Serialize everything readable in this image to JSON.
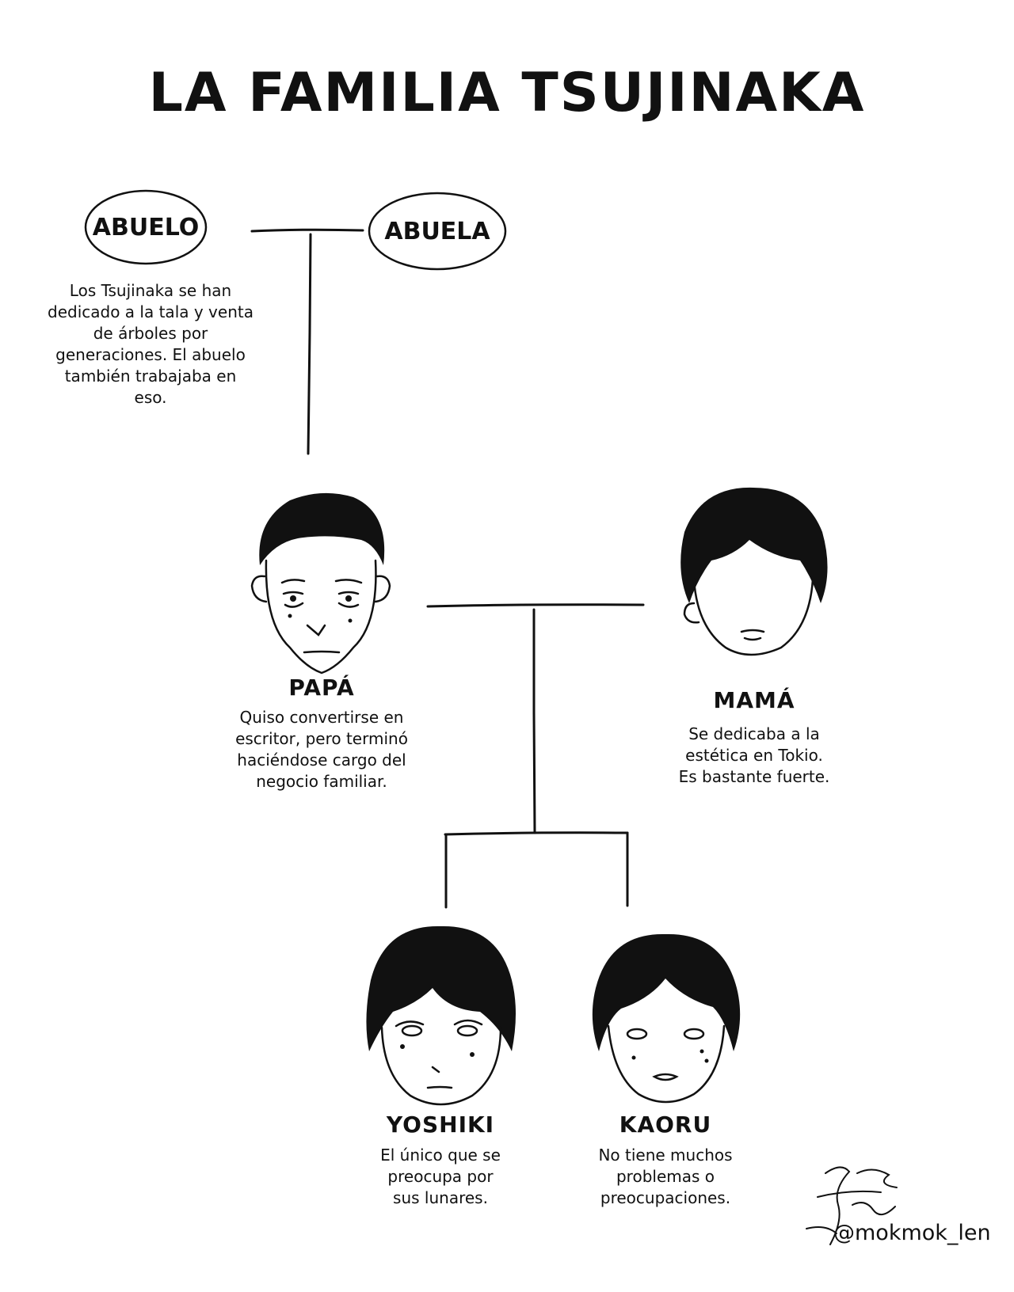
{
  "title": "LA FAMILIA TSUJINAKA",
  "members": {
    "abuelo": {
      "name": "ABUELO",
      "description": "Los Tsujinaka se han\ndedicado a la tala y venta\nde árboles por\ngeneraciones. El abuelo\ntambién trabajaba en\neso."
    },
    "abuela": {
      "name": "ABUELA"
    },
    "papa": {
      "name": "PAPÁ",
      "description": "Quiso convertirse en\nescritor, pero terminó\nhaciéndose cargo del\nnegocio familiar."
    },
    "mama": {
      "name": "MAMÁ",
      "description": "Se dedicaba a la\nestética en Tokio.\nEs bastante fuerte."
    },
    "yoshiki": {
      "name": "YOSHIKI",
      "description": "El único que se\npreocupa por\nsus lunares."
    },
    "kaoru": {
      "name": "KAORU",
      "description": "No tiene muchos\nproblemas o\npreocupaciones."
    }
  },
  "signature": {
    "handle": "@mokmok_len"
  }
}
